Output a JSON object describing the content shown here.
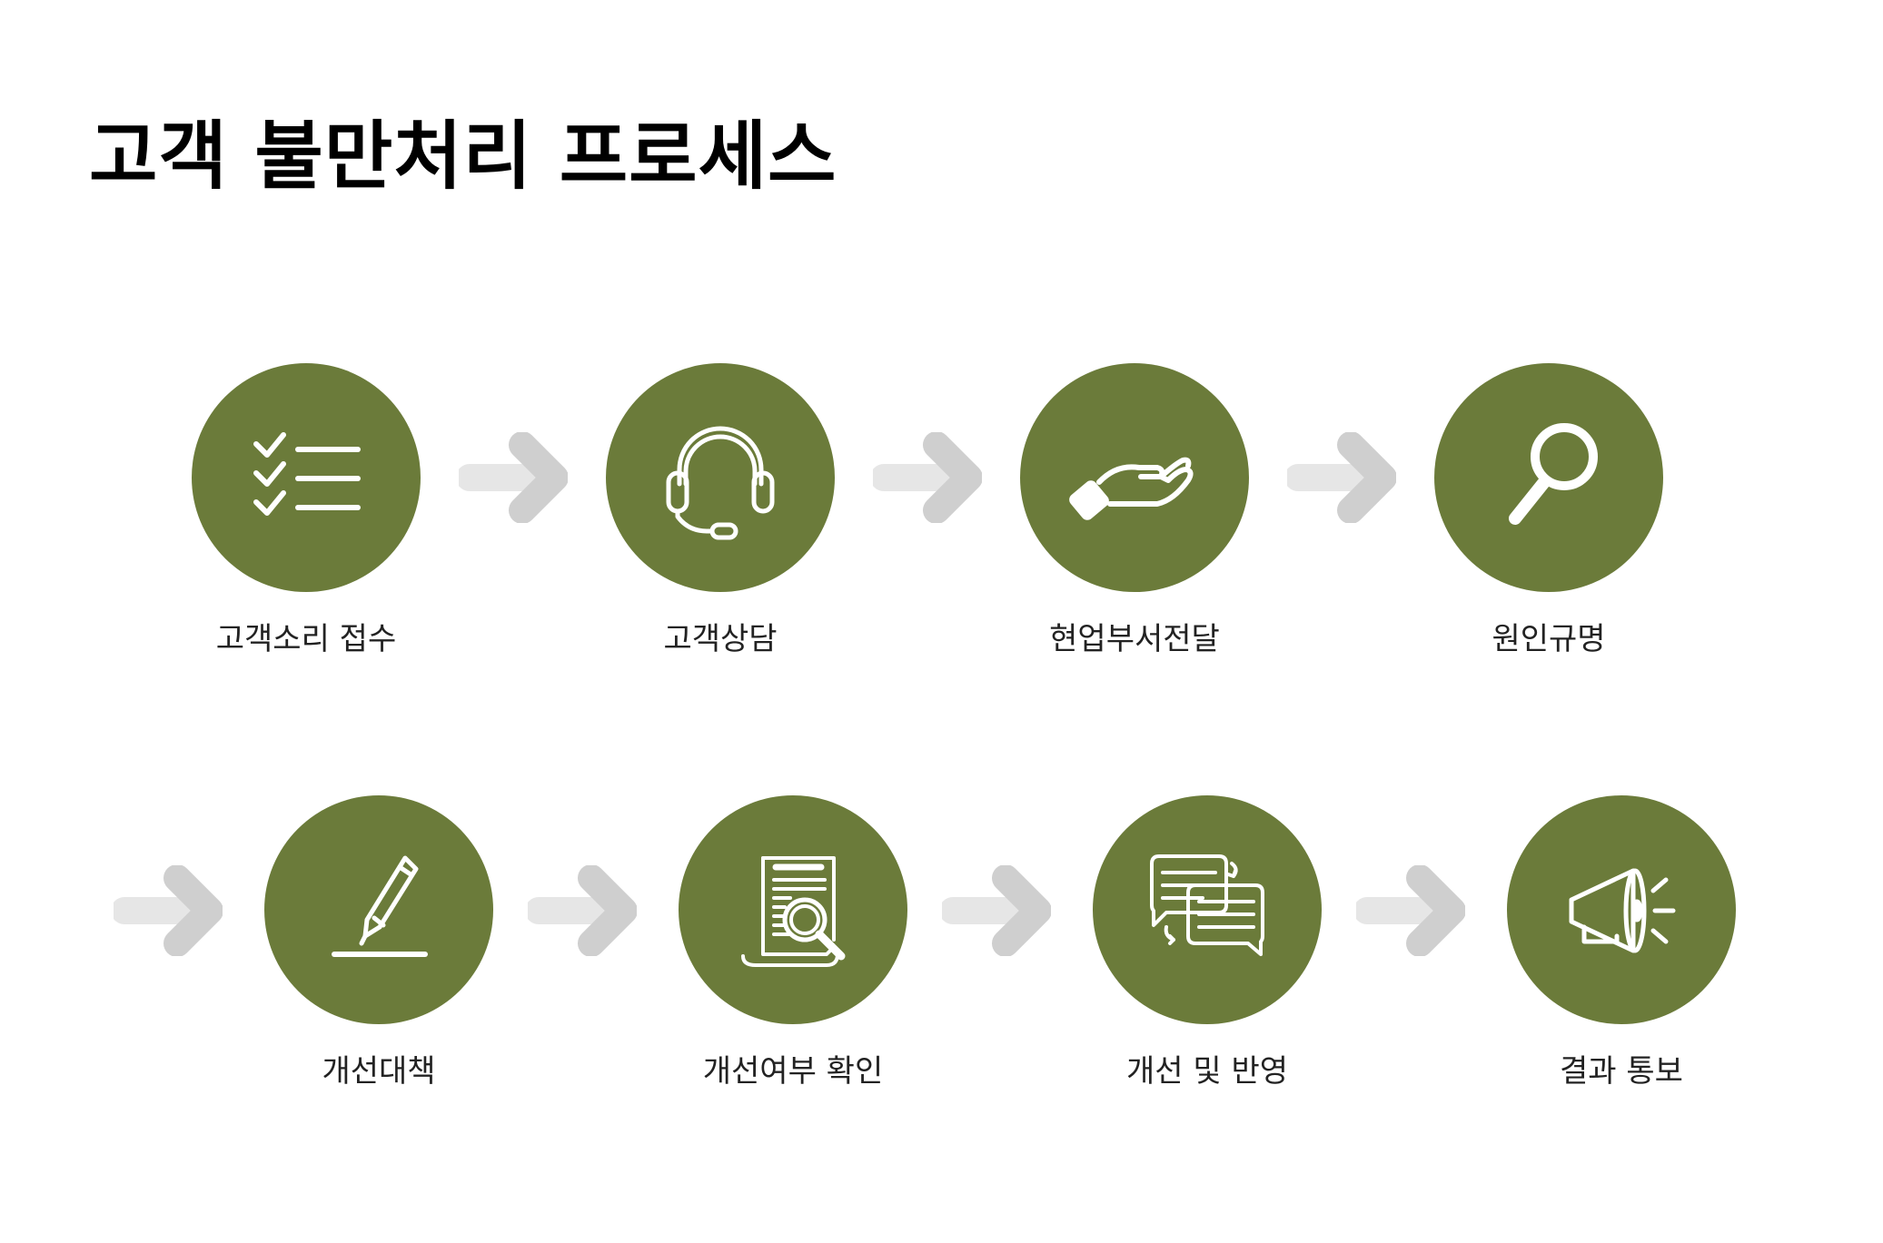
{
  "title": "고객 불만처리 프로세스",
  "steps": [
    {
      "label": "고객소리 접수",
      "icon": "checklist-icon"
    },
    {
      "label": "고객상담",
      "icon": "headset-icon"
    },
    {
      "label": "현업부서전달",
      "icon": "hand-icon"
    },
    {
      "label": "원인규명",
      "icon": "magnifier-icon"
    },
    {
      "label": "개선대책",
      "icon": "pencil-icon"
    },
    {
      "label": "개선여부 확인",
      "icon": "document-search-icon"
    },
    {
      "label": "개선 및 반영",
      "icon": "chat-exchange-icon"
    },
    {
      "label": "결과 통보",
      "icon": "megaphone-icon"
    }
  ],
  "colors": {
    "circle": "#6b7b3a",
    "icon": "#ffffff",
    "arrow": "#bbbbbb",
    "text": "#222222"
  }
}
